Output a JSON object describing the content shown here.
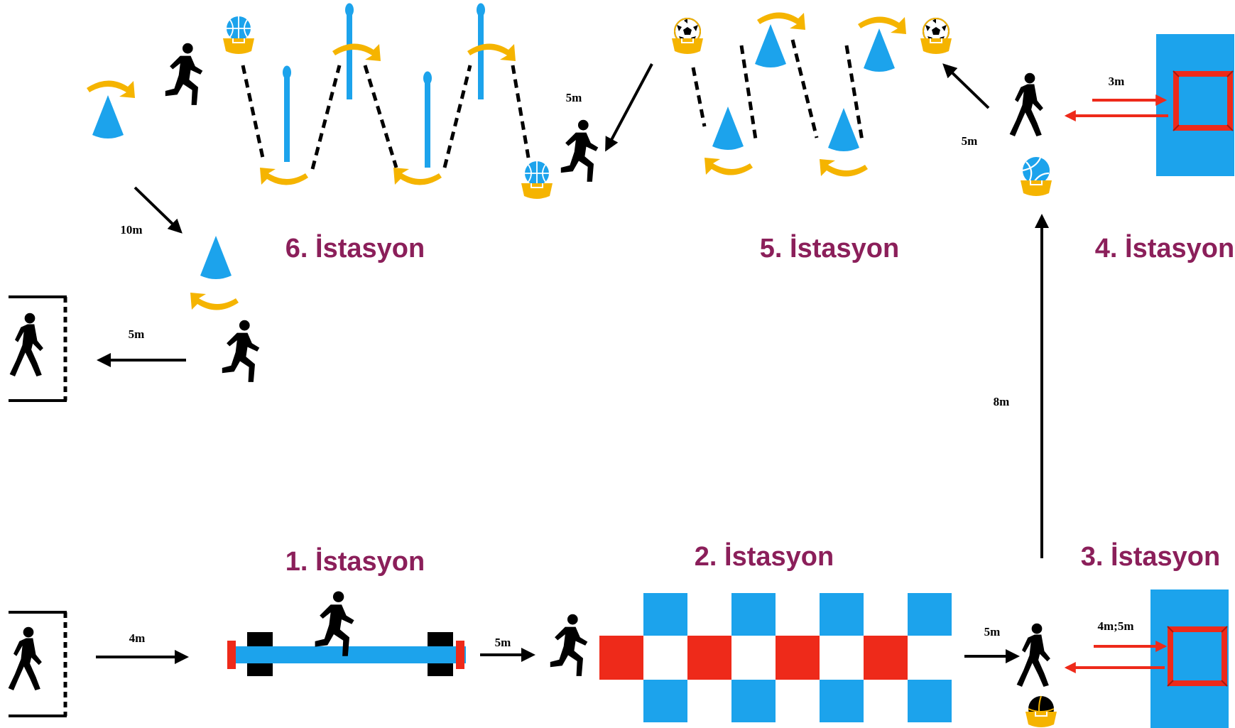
{
  "stations": {
    "s1": "1. İstasyon",
    "s2": "2. İstasyon",
    "s3": "3. İstasyon",
    "s4": "4. İstasyon",
    "s5": "5. İstasyon",
    "s6": "6. İstasyon"
  },
  "distances": {
    "start_to_s1": "4m",
    "s1_to_s2": "5m",
    "s2_to_s3": "5m",
    "s3_throw": "4m;5m",
    "s3_to_s4": "8m",
    "s4_throw": "3m",
    "s4_to_s5": "5m",
    "s5_to_s6": "5m",
    "s6_cone_run": "10m",
    "s6_to_finish": "5m"
  },
  "colors": {
    "station_title": "#8b1f5a",
    "blue": "#1ca3ec",
    "red": "#ee2a1a",
    "orange": "#f5b400",
    "black": "#000000"
  },
  "icons": [
    "walking-person-icon",
    "running-person-icon",
    "cone-icon",
    "pole-icon",
    "basketball-icon",
    "soccer-ball-icon",
    "volleyball-icon",
    "handball-icon",
    "turn-arrow-icon",
    "goal-target-icon",
    "balance-beam-icon",
    "door-gate-icon"
  ]
}
